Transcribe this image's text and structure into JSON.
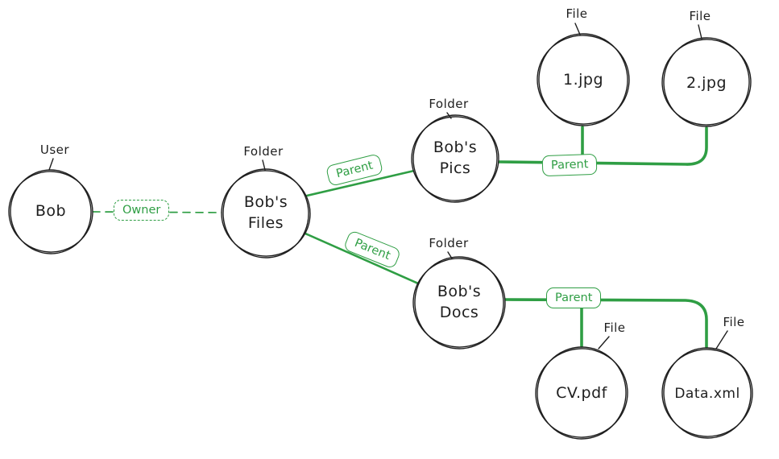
{
  "diagram": {
    "kind": "graph-sketch",
    "colors": {
      "edge_green": "#2f9e44",
      "node_stroke": "#1e1e1e",
      "background": "#ffffff"
    },
    "nodes": [
      {
        "id": "bob",
        "type_label": "User",
        "label": "Bob"
      },
      {
        "id": "bobs-files",
        "type_label": "Folder",
        "label": "Bob's\nFiles"
      },
      {
        "id": "bobs-pics",
        "type_label": "Folder",
        "label": "Bob's\nPics"
      },
      {
        "id": "file-1jpg",
        "type_label": "File",
        "label": "1.jpg"
      },
      {
        "id": "file-2jpg",
        "type_label": "File",
        "label": "2.jpg"
      },
      {
        "id": "bobs-docs",
        "type_label": "Folder",
        "label": "Bob's\nDocs"
      },
      {
        "id": "file-cvpdf",
        "type_label": "File",
        "label": "CV.pdf"
      },
      {
        "id": "file-dataxml",
        "type_label": "File",
        "label": "Data.xml"
      }
    ],
    "edges": [
      {
        "from": "bob",
        "to": "bobs-files",
        "label": "Owner",
        "style": "dashed"
      },
      {
        "from": "bobs-files",
        "to": "bobs-pics",
        "label": "Parent",
        "style": "solid"
      },
      {
        "from": "bobs-pics",
        "to": "file-1jpg, file-2jpg",
        "label": "Parent",
        "style": "solid"
      },
      {
        "from": "bobs-files",
        "to": "bobs-docs",
        "label": "Parent",
        "style": "solid"
      },
      {
        "from": "bobs-docs",
        "to": "file-cvpdf, file-dataxml",
        "label": "Parent",
        "style": "solid"
      }
    ]
  }
}
